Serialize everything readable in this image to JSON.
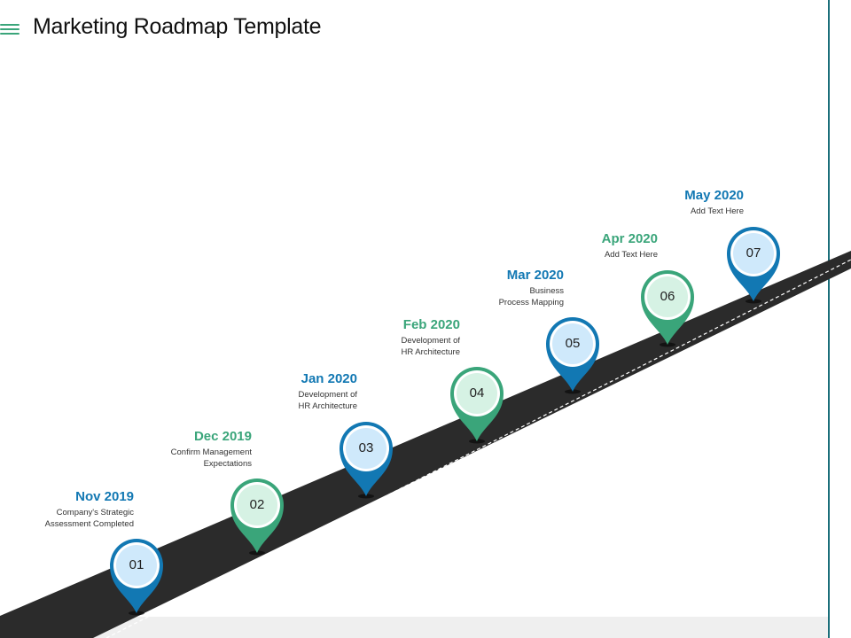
{
  "header": {
    "title": "Marketing Roadmap Template"
  },
  "colors": {
    "blue": "#1278b3",
    "green": "#3aa57a",
    "blue_fill": "#cfe9fb",
    "green_fill": "#d6f2e4",
    "road": "#2b2b2b",
    "accent_rule": "#1b6f7a"
  },
  "milestones": [
    {
      "number": "01",
      "date": "Nov 2019",
      "description": "Company's Strategic\nAssessment Completed",
      "color": "blue"
    },
    {
      "number": "02",
      "date": "Dec 2019",
      "description": "Confirm Management\nExpectations",
      "color": "green"
    },
    {
      "number": "03",
      "date": "Jan 2020",
      "description": "Development of\nHR Architecture",
      "color": "blue"
    },
    {
      "number": "04",
      "date": "Feb 2020",
      "description": "Development of\nHR Architecture",
      "color": "green"
    },
    {
      "number": "05",
      "date": "Mar 2020",
      "description": "Business\nProcess Mapping",
      "color": "blue"
    },
    {
      "number": "06",
      "date": "Apr 2020",
      "description": "Add Text Here",
      "color": "green"
    },
    {
      "number": "07",
      "date": "May 2020",
      "description": "Add Text Here",
      "color": "blue"
    }
  ]
}
